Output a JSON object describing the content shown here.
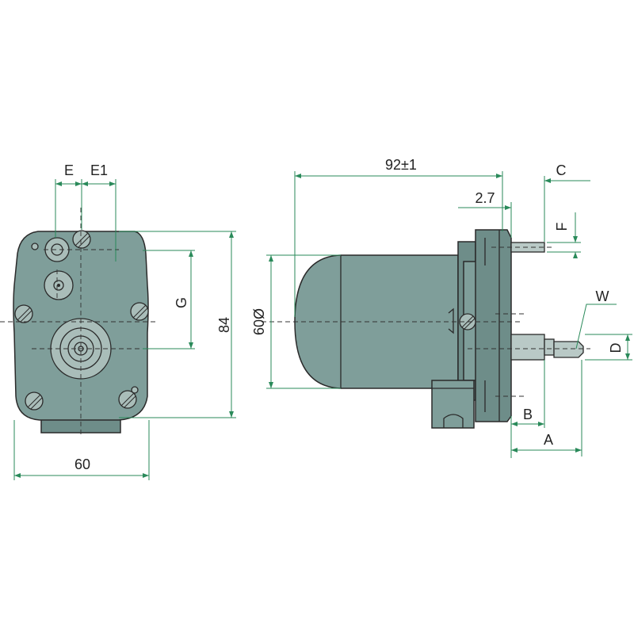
{
  "labels": {
    "e": "E",
    "e1": "E1",
    "g": "G",
    "height_84": "84",
    "width_60": "60",
    "length_92": "92±1",
    "offset_2_7": "2.7",
    "c": "C",
    "f": "F",
    "w": "W",
    "d": "D",
    "b": "B",
    "a": "A",
    "diameter_60": "60Ø"
  },
  "colors": {
    "body": "#7f9e9a",
    "dimension_lines": "#2a8a5a",
    "outline": "#2a2a2a"
  }
}
